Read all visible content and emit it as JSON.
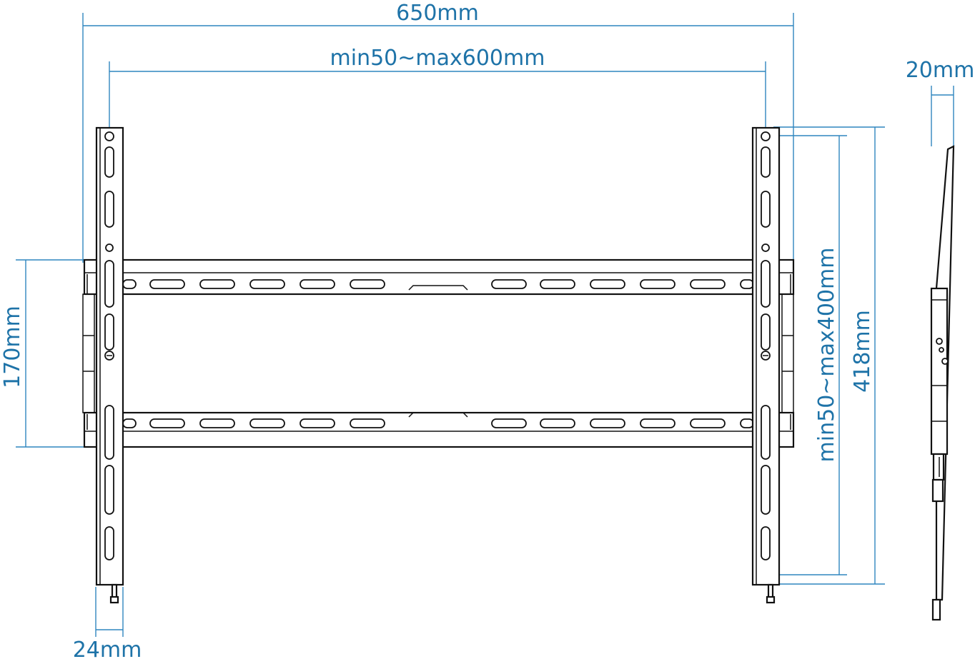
{
  "dimensions": {
    "overall_width": "650mm",
    "hole_spacing_horizontal": "min50~max600mm",
    "profile_depth": "20mm",
    "rail_height": "170mm",
    "hole_spacing_vertical": "min50~max400mm",
    "overall_height": "418mm",
    "arm_width": "24mm"
  },
  "colors": {
    "dimension": "#1e73a8",
    "outline": "#111111",
    "background": "#ffffff"
  }
}
